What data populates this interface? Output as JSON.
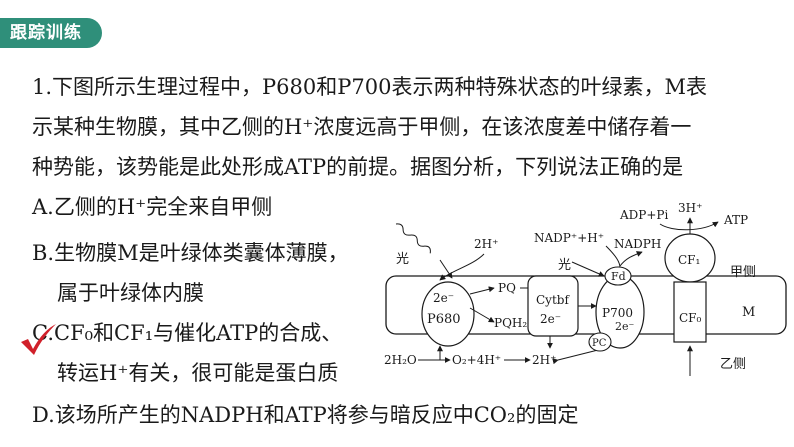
{
  "header": {
    "badge": "跟踪训练"
  },
  "question": {
    "line1": "1.下图所示生理过程中，P680和P700表示两种特殊状态的叶绿素，M表",
    "line2": "示某种生物膜，其中乙侧的H⁺浓度远高于甲侧，在该浓度差中储存着一",
    "line3": "种势能，该势能是此处形成ATP的前提。据图分析，下列说法正确的是"
  },
  "options": {
    "a": "A.乙侧的H⁺完全来自甲侧",
    "b1": "B.生物膜M是叶绿体类囊体薄膜，",
    "b2": "属于叶绿体内膜",
    "c1": "C.CF₀和CF₁与催化ATP的合成、",
    "c2": "转运H⁺有关，很可能是蛋白质",
    "d": "D.该场所产生的NADPH和ATP将参与暗反应中CO₂的固定"
  },
  "diagram": {
    "light1": "光",
    "light2": "光",
    "h_top": "2H⁺",
    "e_p680": "2e⁻",
    "p680": "P680",
    "pq": "PQ",
    "pqh2": "PQH₂",
    "cytbf": "Cytbf",
    "e_cyt": "2e⁻",
    "nadp": "NADP⁺+H⁺",
    "nadph": "NADPH",
    "fd": "Fd",
    "p700": "P700",
    "e_p700": "2e⁻",
    "pc": "PC",
    "adp": "ADP+Pi",
    "h3": "3H⁺",
    "atp": "ATP",
    "cf1": "CF₁",
    "cf0": "CF₀",
    "jia": "甲侧",
    "m": "M",
    "yi": "乙侧",
    "h2o": "2H₂O",
    "o2": "O₂+4H⁺",
    "h_bottom": "2H⁺"
  },
  "colors": {
    "badge": "#2f8f7a",
    "mark": "#d0202a"
  }
}
